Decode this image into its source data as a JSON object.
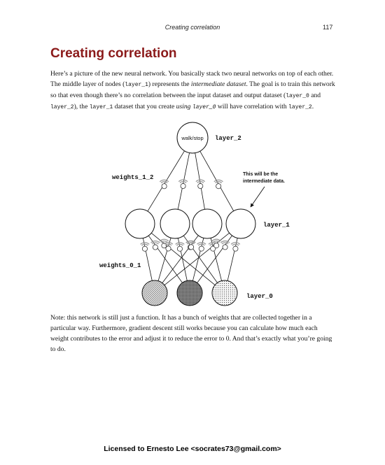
{
  "header": {
    "chapter": "Creating correlation",
    "page_number": "117"
  },
  "section": {
    "title": "Creating correlation"
  },
  "intro": {
    "t1": "Here’s a picture of the new neural network. You basically stack two neural networks on top of each other. The middle layer of nodes (",
    "c1": "layer_1",
    "t2": ") represents the ",
    "i1": "intermediate dataset",
    "t3": ". The goal is to train this network so that even though there’s no correlation between the input dataset and output dataset (",
    "c2": "layer_0",
    "t4": " and ",
    "c3": "layer_2",
    "t5": "), the ",
    "c4": "layer_1",
    "t6": " dataset that you create ",
    "i2": "using",
    "t7": " ",
    "c5": "layer_0",
    "t8": " will have correlation with ",
    "c6": "layer_2",
    "t9": "."
  },
  "diagram": {
    "output_node_label": "walk/stop",
    "layer_2_label": "layer_2",
    "weights_1_2_label": "weights_1_2",
    "annotation_line1": "This will be the",
    "annotation_line2": "intermediate data.",
    "layer_1_label": "layer_1",
    "weights_0_1_label": "weights_0_1",
    "layer_0_label": "layer_0",
    "line_color": "#111111"
  },
  "note": {
    "text": "Note: this network is still just a function. It has a bunch of weights that are collected together in a particular way. Furthermore, gradient descent still works because you can calculate how much each weight contributes to the error and adjust it to reduce the error to 0. And that’s exactly what you’re going to do."
  },
  "footer": {
    "text": "Licensed to Ernesto Lee <socrates73@gmail.com>"
  }
}
